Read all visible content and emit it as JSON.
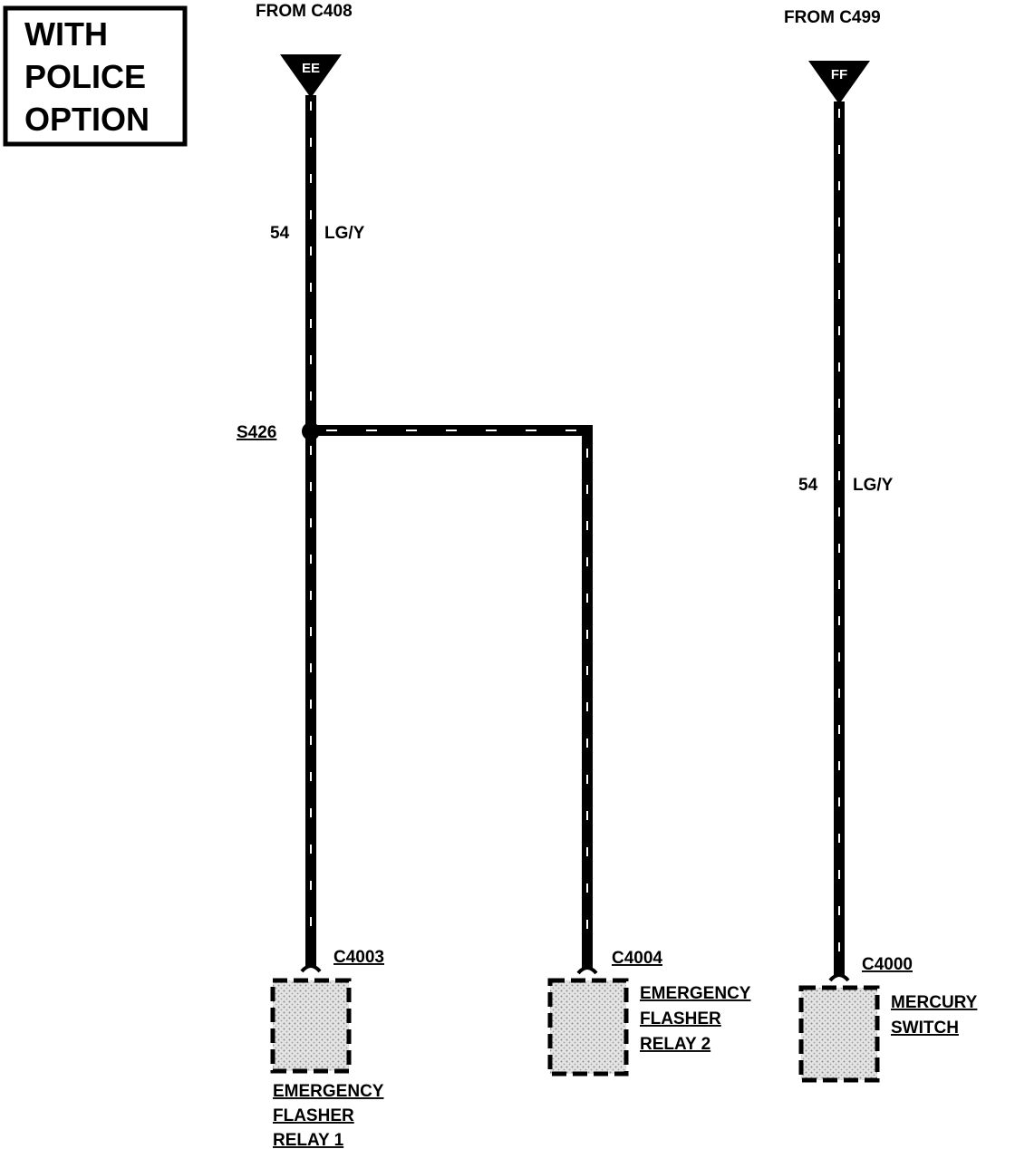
{
  "colors": {
    "wire": "#000000",
    "wire_stripe": "#ffffff",
    "background": "#ffffff",
    "component_fill": "#c8c8c8"
  },
  "option_box": {
    "lines": [
      "WITH",
      "POLICE",
      "OPTION"
    ]
  },
  "sources": {
    "left": {
      "from": "FROM C408",
      "connector": "EE"
    },
    "right": {
      "from": "FROM C499",
      "connector": "FF"
    }
  },
  "wire_labels": {
    "left": {
      "circuit": "54",
      "color": "LG/Y"
    },
    "right": {
      "circuit": "54",
      "color": "LG/Y"
    }
  },
  "splice": {
    "label": "S426"
  },
  "components": {
    "relay1": {
      "connector": "C4003",
      "name_lines": [
        "EMERGENCY",
        "FLASHER",
        "RELAY 1"
      ]
    },
    "relay2": {
      "connector": "C4004",
      "name_lines": [
        "EMERGENCY",
        "FLASHER",
        "RELAY 2"
      ]
    },
    "mercury": {
      "connector": "C4000",
      "name_lines": [
        "MERCURY",
        "SWITCH"
      ]
    }
  }
}
